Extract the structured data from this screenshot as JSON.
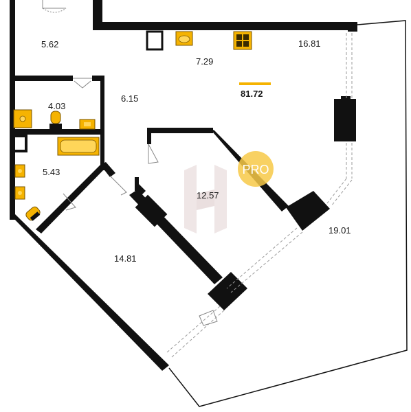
{
  "colors": {
    "wall": "#111111",
    "fixture": "#f5b301",
    "fixture_dark": "#7a5600",
    "accent_bar": "#f5b301",
    "pro_badge": "#f7c948",
    "watermark": "#e6d8d8",
    "window_line": "#9a9a9a"
  },
  "total_area": {
    "value": "81.72"
  },
  "rooms": [
    {
      "id": "hall-top",
      "area": "5.62"
    },
    {
      "id": "kitchen",
      "area": "7.29"
    },
    {
      "id": "living",
      "area": "16.81"
    },
    {
      "id": "bathroom-1",
      "area": "4.03"
    },
    {
      "id": "corridor",
      "area": "6.15"
    },
    {
      "id": "bathroom-2",
      "area": "5.43"
    },
    {
      "id": "bedroom-middle",
      "area": "12.57"
    },
    {
      "id": "terrace",
      "area": "19.01"
    },
    {
      "id": "bedroom-left",
      "area": "14.81"
    }
  ],
  "badge": {
    "text": "PRO"
  },
  "icons": {
    "watermark": "h-logo-icon",
    "sink": "sink-icon",
    "stove": "stove-icon",
    "toilet": "toilet-icon",
    "bathtub": "bathtub-icon",
    "washbasin": "washbasin-icon"
  }
}
